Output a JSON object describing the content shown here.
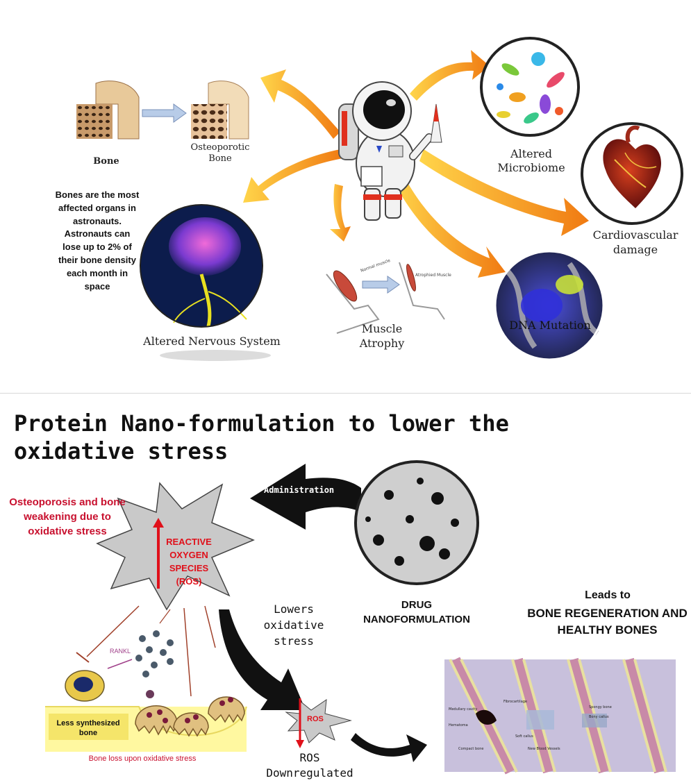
{
  "top_panel": {
    "bone_label": "Bone",
    "osteoporotic_label": "Osteoporotic Bone",
    "bones_note": "Bones are the most affected organs in astronauts. Astronauts can lose up to 2% of their bone density each month in space",
    "nervous_label": "Altered Nervous System",
    "muscle_label": "Muscle Atrophy",
    "muscle_normal_tag": "Normal muscle",
    "muscle_atrophied_tag": "Atrophied Muscle",
    "microbiome_label": "Altered Microbiome",
    "cardio_label": "Cardiovascular damage",
    "dna_label": "DNA Mutation"
  },
  "bottom_panel": {
    "title": "Protein Nano-formulation to lower the oxidative stress",
    "administration_label": "Administration",
    "osteoporosis_note": "Osteoporosis and bone weakening due to oxidative stress",
    "ros_star_label": "REACTIVE OXYGEN SPECIES (ROS)",
    "rankl_label": "RANKL",
    "less_bone_label": "Less synthesized bone",
    "bone_loss_caption": "Bone loss upon oxidative stress",
    "lowers_label": "Lowers oxidative stress",
    "drug_label": "DRUG NANOFORMULATION",
    "ros_small_label": "ROS",
    "ros_down_label": "ROS Downregulated",
    "leads_to_label": "Leads to",
    "regen_label": "BONE REGENERATION AND HEALTHY BONES",
    "fracture_labels": [
      "Medullary cavity",
      "Hematoma",
      "Compact bone",
      "Fibrocartilage",
      "Soft callus",
      "New Blood Vessels",
      "Spongy bone",
      "Bony callus"
    ]
  },
  "colors": {
    "orange_arrow": "#f39a1e",
    "red_text": "#c8102e",
    "ros_red": "#e0101a",
    "star_gray": "#c9c9c9"
  }
}
